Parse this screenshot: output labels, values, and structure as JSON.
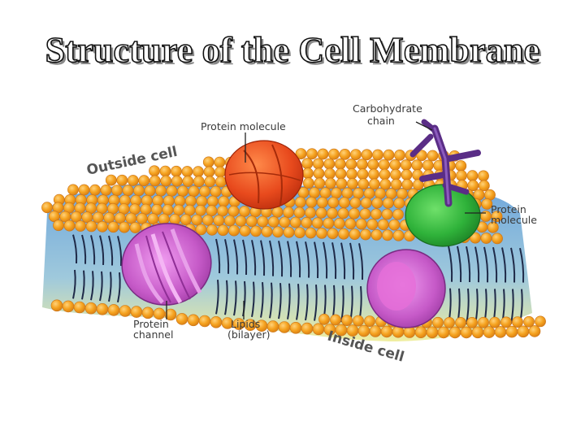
{
  "title": "Structure of the Cell Membrane",
  "labels": {
    "outside_cell": "Outside cell",
    "inside_cell": "Inside cell",
    "protein_molecule_top": "Protein molecule",
    "carbohydrate_line1": "Carbohydrate",
    "carbohydrate_line2": "chain",
    "protein_molecule_right_line1": "Protein",
    "protein_molecule_right_line2": "molecule",
    "protein_channel_line1": "Protein",
    "protein_channel_line2": "channel",
    "lipids_line1": "Lipids",
    "lipids_line2": "(bilayer)"
  },
  "colors": {
    "head": "#f5a21f",
    "head_stroke": "#c9731a",
    "interior_top": "#6ea6dc",
    "interior_bottom": "#f0eea0",
    "tail": "#1f2a48",
    "channel": "#b24fb8",
    "channel_light": "#e08be0",
    "protein_red": "#e84a1d",
    "protein_green": "#2fb23a",
    "carbohydrate": "#5a2d86"
  }
}
